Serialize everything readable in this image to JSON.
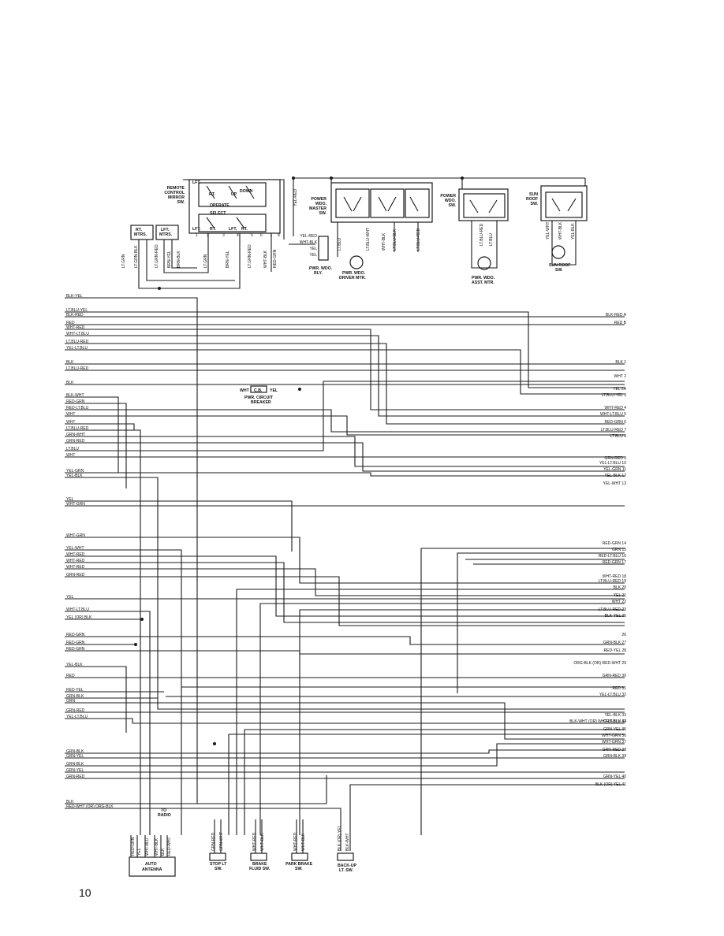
{
  "page_number": "10",
  "components": {
    "remote_mirror_sw": [
      "REMOTE",
      "CONTROL",
      "MIRROR",
      "SW."
    ],
    "rt_mtrs": [
      "RT.",
      "MTRS."
    ],
    "lft_mtrs": [
      "LFT.",
      "MTRS."
    ],
    "mirror_lft": "LFT.",
    "mirror_rt": "RT.",
    "mirror_up": "UP",
    "mirror_down": "DOWN",
    "mirror_operate": "OPERATE",
    "mirror_select": "SELECT",
    "mirror_lft2": "LFT.",
    "mirror_rt2": "RT.",
    "mirror_lft3": "LFT.",
    "mirror_rt3": "RT.",
    "power_wdo_master_sw": [
      "POWER",
      "WDO.",
      "MASTER",
      "SW."
    ],
    "power_wdo_sw": [
      "POWER",
      "WDO.",
      "SW."
    ],
    "sun_roof_sw": [
      "SUN",
      "ROOF",
      "SW."
    ],
    "pwr_wdo_rly": [
      "PWR. WDO.",
      "RLY."
    ],
    "pwr_wdo_driver_mtr": [
      "PWR. WDO.",
      "DRIVER MTR."
    ],
    "pwr_wdo_asst_mtr": [
      "PWR. WDO.",
      "ASST. MTR."
    ],
    "sun_roof_sw2": [
      "SUN ROOF",
      "SW."
    ],
    "pwr_circuit_breaker": [
      "PWR. CIRCUIT",
      "BREAKER"
    ],
    "cb": "C.B.",
    "cb_left": "WHT",
    "cb_right": "YEL",
    "auto_antenna": [
      "AUTO",
      "ANTENNA"
    ],
    "to_radio": [
      "TO",
      "RADIO"
    ],
    "stop_lt_sw": [
      "STOP LT",
      "SW."
    ],
    "brake_fluid_sw": [
      "BRAKE",
      "FLUID SW."
    ],
    "park_brake_sw": [
      "PARK BRAKE",
      "SW."
    ],
    "backup_lt_sw": [
      "BACK-UP",
      "LT. SW."
    ]
  },
  "mirror_wires": [
    "LT.GRN",
    "LT.GRN-BLK",
    "LT.GRN-RED",
    "BRN-YEL",
    "BRN-BLK",
    "LT.GRN",
    "BRN-YEL",
    "LT.GRN-RED",
    "WHT-BLK",
    "RED-GRN"
  ],
  "mirror_pins": [
    "1",
    "2",
    "3",
    "4",
    "5",
    "6",
    "7",
    "8"
  ],
  "relay_wires": [
    "YEL-RED",
    "WHT-BLK",
    "YEL",
    "YEL"
  ],
  "top_wire": "YEL-RED",
  "master_wires": [
    "LT.BLU",
    "LT.BLU-WHT",
    "WHT-BLK",
    "LT.BLU-BLK",
    "LT.BLU-RED"
  ],
  "asst_wires": [
    "LT.BLU-RED",
    "LT.BLU"
  ],
  "sunroof_wires": [
    "YEL-WHT",
    "WHT-BLK",
    "YEL-BLK"
  ],
  "left_wires": [
    "BLK-YEL",
    "LT.BLU-YEL",
    "BLK-RED",
    "RED",
    "WHT-RED",
    "WHT-LT.BLU",
    "LT.BLU-RED",
    "YEL-LT.BLU",
    "BLK",
    "LT.BLU-RED",
    "BLK",
    "BLK-WHT",
    "RED-GRN",
    "RED-LT.BLU",
    "WHT",
    "WHT",
    "LT.BLU-RED",
    "GRN-WHT",
    "GRN-RED",
    "LT.BLU",
    "WHT",
    "YEL-GRN",
    "YEL-BLK",
    "YEL",
    "WHT-GRN",
    "WHT-GRN",
    "YEL-WHT",
    "WHT-RED",
    "WHT-RED",
    "WHT-RED",
    "GRN-RED",
    "YEL",
    "WHT-LT.BLU",
    "YEL (OR) BLK",
    "RED-GRN",
    "RED-GRN",
    "RED-GRN",
    "YEL-BLK",
    "RED",
    "RED-YEL",
    "GRN-BLK",
    "GRN",
    "GRN-RED",
    "YEL-LT.BLU",
    "GRN-BLK",
    "GRN-YEL",
    "GRN-BLK",
    "GRN-YEL",
    "GRN-RED",
    "BLK",
    "RED-WHT (OR) ORG-BLK"
  ],
  "right_wires": [
    "BLK-RED A",
    "RED B",
    "BLK 1",
    "WHT 2",
    "YEL 2A",
    "LT.BLU-YEL 3",
    "WHT-RED 4",
    "WHT-LT.BLU 5",
    "RED-GRN 6",
    "LT.BLU-RED 7",
    "LT.BLU 8",
    "GRN-RED 9",
    "YEL-LT.BLU 10",
    "YEL-GRN 11",
    "YEL-BLK 12",
    "YEL-WHT 13",
    "RED-GRN 14",
    "GRN 15",
    "RED-LT.BLU 16",
    "RED-GRN 17",
    "WHT-RED 18",
    "LT.BLU-RED 19",
    "BLK 20",
    "YEL 21",
    "WHT 22",
    "LT.BLU-RED 23",
    "BLK-YEL 25",
    "26",
    "GRN-BLK 27",
    "RED-YEL 28",
    "ORG-BLK (OR) RED-WHT 29",
    "GRN-RED 30",
    "RED 31",
    "YEL-LT.BLU 32",
    "YEL-BLK 33",
    "GRN-BLK 34",
    "GRN-YEL 35",
    "WHT-GRN 36",
    "WHT-GRN 37",
    "GRN-RED 38",
    "GRN-BLK 39",
    "GRN-YEL 40",
    "BLK (OR) YEL 41",
    "BLK-WHT (OR) WHT-LT.BLU 42"
  ],
  "antenna_wires": [
    "RED-GRN",
    "YEL",
    "WHT-BLU",
    "WHT-BLK",
    "BLK",
    "RED-WHT"
  ],
  "stop_wires": [
    "GRN-RED",
    "GRN-WHT"
  ],
  "brake_wires": [
    "WHT-RED",
    "WHT-BLK"
  ],
  "park_wires": [
    "WHT-RED",
    "WHT-BLK"
  ],
  "backup_wires": [
    "BLK (OR) YEL",
    "BLK-WHT"
  ]
}
